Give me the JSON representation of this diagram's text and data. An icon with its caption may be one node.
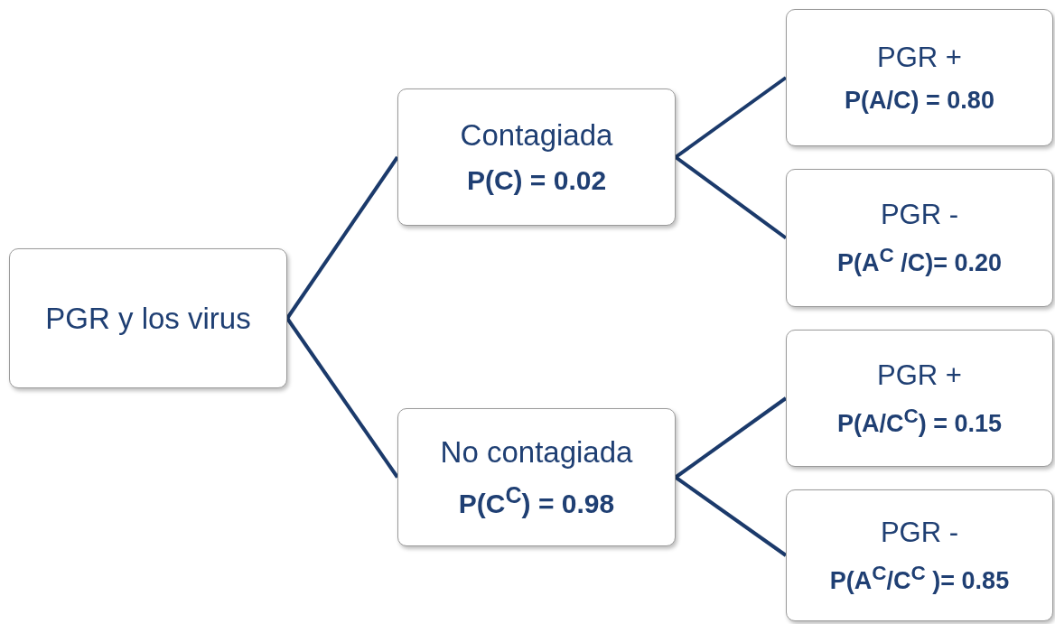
{
  "diagram": {
    "nodes": [
      {
        "text": [
          "PGR y los virus"
        ]
      },
      {
        "text": [
          "Contagiada",
          "P(C) = 0.02"
        ]
      },
      {
        "text": [
          "No contagiada",
          "P(C$^{C}$) = 0.98"
        ]
      },
      {
        "text": [
          "PGR +",
          "P(A/C) = 0.80"
        ]
      },
      {
        "text": [
          "PGR -",
          "P(A$^{C}$ /C)= 0.20"
        ]
      },
      {
        "text": [
          "PGR +",
          "P(A/C$^{C}$) = 0.15"
        ]
      },
      {
        "text": [
          "PGR -",
          "P(A$^{C}$/C$^{C}$ )= 0.85"
        ]
      }
    ],
    "edges": [
      {
        "from": 0,
        "to": 1,
        "arrow": "none"
      },
      {
        "from": 0,
        "to": 2,
        "arrow": "none"
      },
      {
        "from": 1,
        "to": 3,
        "arrow": "none"
      },
      {
        "from": 1,
        "to": 4,
        "arrow": "none"
      },
      {
        "from": 2,
        "to": 5,
        "arrow": "none"
      },
      {
        "from": 2,
        "to": 6,
        "arrow": "none"
      }
    ]
  }
}
